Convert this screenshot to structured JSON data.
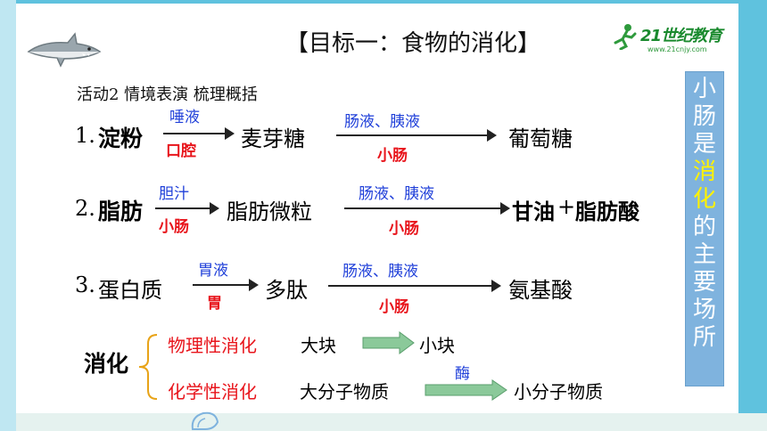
{
  "logo": {
    "brand": "21世纪教育",
    "url": "www.21cnjy.com"
  },
  "title": "【目标一：食物的消化】",
  "activity": "活动2 情境表演 梳理概括",
  "rows": [
    {
      "num": "1.",
      "start": "淀粉",
      "above1": "唾液",
      "below1": "口腔",
      "mid": "麦芽糖",
      "above2": "肠液、胰液",
      "below2": "小肠",
      "end": "葡萄糖"
    },
    {
      "num": "2.",
      "start": "脂肪",
      "above1": "胆汁",
      "below1": "小肠",
      "mid": "脂肪微粒",
      "above2": "肠液、胰液",
      "below2": "小肠",
      "end_a": "甘油",
      "plus": "+",
      "end_b": "脂肪酸"
    },
    {
      "num": "3.",
      "start": "蛋白质",
      "above1": "胃液",
      "below1": "胃",
      "mid": "多肽",
      "above2": "肠液、胰液",
      "below2": "小肠",
      "end": "氨基酸"
    }
  ],
  "digestion": {
    "label": "消化",
    "physical": {
      "type": "物理性消化",
      "from": "大块",
      "to": "小块"
    },
    "chemical": {
      "type": "化学性消化",
      "from": "大分子物质",
      "enzyme": "酶",
      "to": "小分子物质"
    }
  },
  "sidebar": {
    "chars": [
      "小",
      "肠",
      "是",
      "消",
      "化",
      "的",
      "主",
      "要",
      "场",
      "所"
    ],
    "highlight": [
      "消",
      "化"
    ]
  },
  "colors": {
    "blue": "#1f3fd9",
    "red": "#e8141b",
    "yellow": "#fff200",
    "green_arrow": "#8bc99a",
    "sidebar": "#7fb3de"
  }
}
